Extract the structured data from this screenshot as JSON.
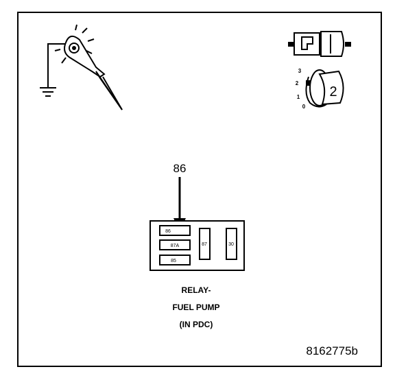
{
  "arrow_label": "86",
  "relay": {
    "pins": [
      "86",
      "87A",
      "85",
      "87",
      "30"
    ]
  },
  "caption": {
    "line1": "RELAY-",
    "line2": "FUEL PUMP",
    "line3": "(IN PDC)"
  },
  "ignition": {
    "positions": [
      "3",
      "2",
      "1",
      "0"
    ],
    "key_number": "2"
  },
  "figure_id": "8162775b"
}
